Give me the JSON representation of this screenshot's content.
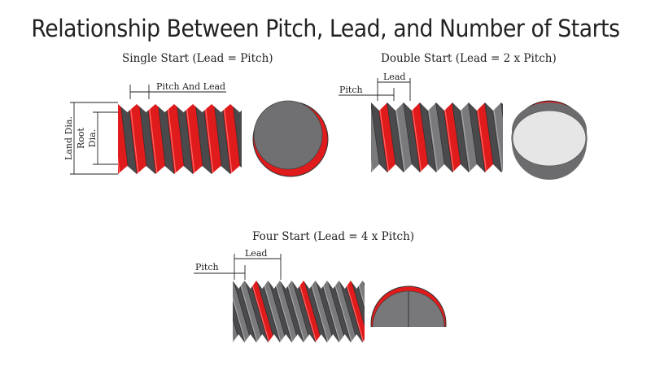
{
  "title": "Relationship Between Pitch, Lead, and Number of Starts",
  "single": {
    "heading": "Single Start (Lead = Pitch)",
    "dim_label": "Pitch And Lead",
    "land_label": "Land Dia.",
    "root_label_1": "Root",
    "root_label_2": "Dia."
  },
  "double": {
    "heading": "Double Start (Lead = 2 x Pitch)",
    "pitch_label": "Pitch",
    "lead_label": "Lead"
  },
  "four": {
    "heading": "Four Start (Lead = 4 x Pitch)",
    "pitch_label": "Pitch",
    "lead_label": "Lead"
  },
  "colors": {
    "thread_red": "#e01b1b",
    "thread_gray": "#7a7a7c",
    "thread_dark": "#4a4a4c",
    "face_gray": "#707073",
    "face_light": "#e4e4e4"
  },
  "starts": {
    "single": 1,
    "double": 2,
    "four": 4
  }
}
